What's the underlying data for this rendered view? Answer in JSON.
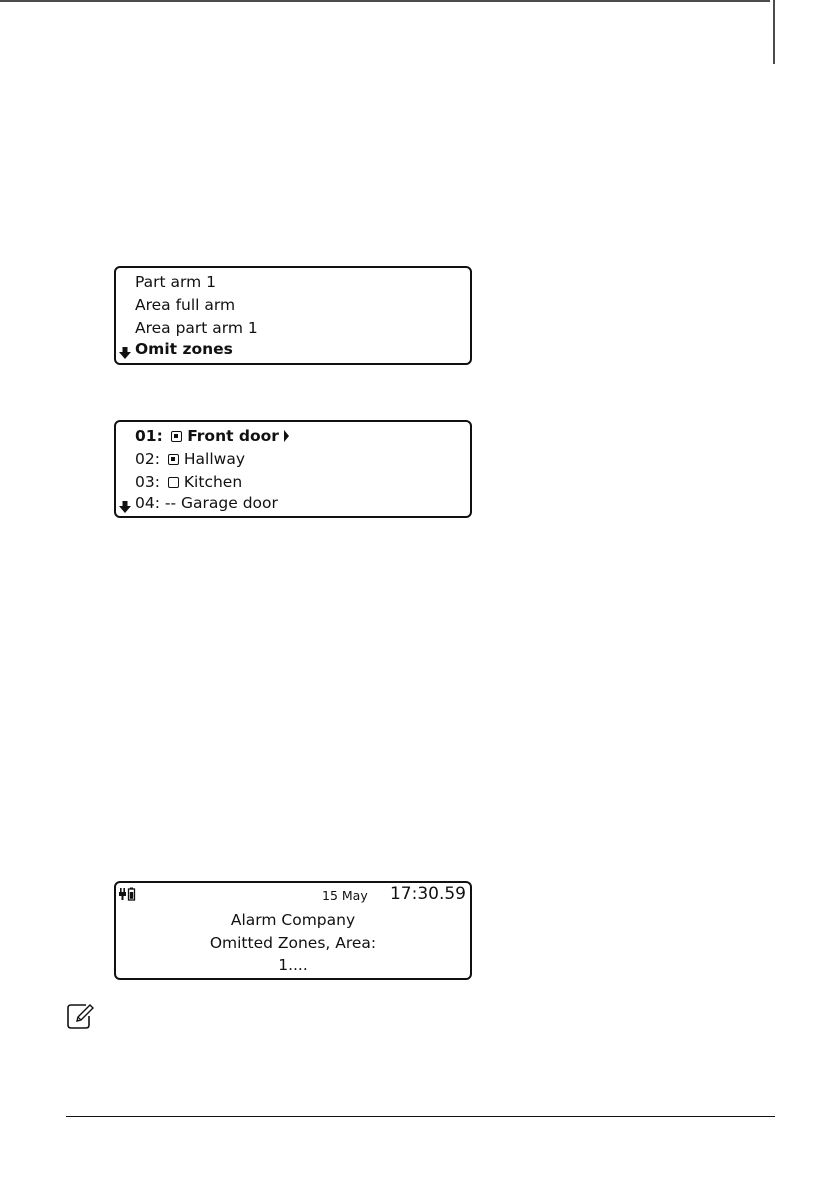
{
  "menu_display": {
    "items": [
      "Part arm 1",
      "Area full arm",
      "Area part arm 1",
      "Omit zones"
    ],
    "scroll_icon": "arrow-down-icon"
  },
  "zone_display": {
    "zones": [
      {
        "number": "01:",
        "state": "filled-box",
        "name": "Front door",
        "selected": true
      },
      {
        "number": "02:",
        "state": "filled-box",
        "name": "Hallway",
        "selected": false
      },
      {
        "number": "03:",
        "state": "empty-box",
        "name": "Kitchen",
        "selected": false
      },
      {
        "number": "04:",
        "state": "dashes",
        "marker": "--",
        "name": "Garage door",
        "selected": false
      }
    ],
    "scroll_icon": "arrow-down-icon"
  },
  "status_display": {
    "icons": [
      "plug-icon",
      "battery-icon"
    ],
    "date": "15 May",
    "time": "17:30.59",
    "line1": "Alarm Company",
    "line2": "Omitted Zones, Area:",
    "line3": "1...."
  },
  "note_icon": "note-pencil-icon"
}
